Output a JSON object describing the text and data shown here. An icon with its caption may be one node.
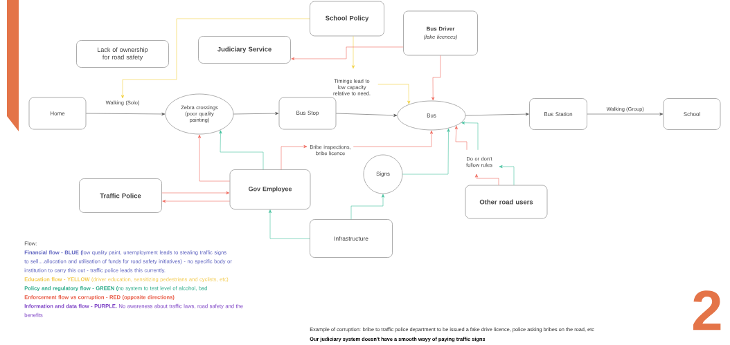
{
  "diagram": {
    "nodes": [
      {
        "text": [
          "School Policy"
        ]
      },
      {
        "text": [
          "Bus Driver",
          "(fake licences)"
        ]
      },
      {
        "text": [
          "Lack of ownership for road safety"
        ]
      },
      {
        "text": [
          "Judiciary Service"
        ]
      },
      {
        "text": [
          "Timings lead to low capacity relative to need."
        ]
      },
      {
        "text": [
          "Home"
        ]
      },
      {
        "text": [
          "Walking (Solo)"
        ]
      },
      {
        "text": [
          "Zebra crossings (poor quality painting)"
        ]
      },
      {
        "text": [
          "Bus Stop"
        ]
      },
      {
        "text": [
          "Bus"
        ]
      },
      {
        "text": [
          "Bus Station"
        ]
      },
      {
        "text": [
          "School"
        ]
      },
      {
        "text": [
          "Bribe inspections, bribe licence"
        ]
      },
      {
        "text": [
          "Signs"
        ]
      },
      {
        "text": [
          "Do or don't follow rules"
        ]
      },
      {
        "text": [
          "Traffic Police"
        ]
      },
      {
        "text": [
          "Gov Employee"
        ]
      },
      {
        "text": [
          "Other road users"
        ]
      },
      {
        "text": [
          "Infrastructure"
        ]
      }
    ],
    "edges": [
      {
        "from": 5,
        "to": 7,
        "arrow": "to",
        "color": "#555555"
      },
      {
        "from": 7,
        "to": 8,
        "arrow": "to",
        "color": "#555555"
      },
      {
        "from": 8,
        "to": 9,
        "arrow": "to",
        "color": "#555555"
      },
      {
        "from": 9,
        "to": 10,
        "arrow": "to",
        "color": "#555555"
      },
      {
        "from": 10,
        "to": 11,
        "arrow": "to",
        "label": "Walking (Group)",
        "color": "#555555"
      },
      {
        "from": 0,
        "to": 6,
        "arrow": "to",
        "color": "#f2d03b"
      },
      {
        "from": 0,
        "to": 4,
        "arrow": "to",
        "color": "#f2d03b"
      },
      {
        "from": 4,
        "to": 9,
        "arrow": "to",
        "color": "#f2d03b"
      },
      {
        "from": 1,
        "to": 3,
        "arrow": "to",
        "color": "#f0675a"
      },
      {
        "from": 1,
        "to": 9,
        "arrow": "to",
        "color": "#f0675a"
      },
      {
        "from": 16,
        "to": 7,
        "arrow": "to",
        "color": "#f0675a"
      },
      {
        "from": 16,
        "to": 7,
        "arrow": "to",
        "color": "#3dbf9b"
      },
      {
        "from": 16,
        "to": 12,
        "arrow": "to",
        "color": "#f0675a"
      },
      {
        "from": 12,
        "to": 9,
        "arrow": "to",
        "color": "#f0675a"
      },
      {
        "from": 15,
        "to": 16,
        "arrow": "to",
        "color": "#f0675a"
      },
      {
        "from": 16,
        "to": 15,
        "arrow": "to",
        "color": "#f0675a"
      },
      {
        "from": 18,
        "to": 16,
        "arrow": "to",
        "color": "#3dbf9b"
      },
      {
        "from": 18,
        "to": 13,
        "arrow": "to",
        "color": "#3dbf9b"
      },
      {
        "from": 13,
        "to": 9,
        "arrow": "to",
        "color": "#3dbf9b"
      },
      {
        "from": 17,
        "to": 14,
        "arrow": "to",
        "color": "#f0675a"
      },
      {
        "from": 17,
        "to": 14,
        "arrow": "to",
        "color": "#3dbf9b"
      },
      {
        "from": 14,
        "to": 9,
        "arrow": "to",
        "color": "#f0675a"
      },
      {
        "from": 14,
        "to": 9,
        "arrow": "to",
        "color": "#3dbf9b"
      }
    ],
    "labels": [
      "Flow:",
      "**Financial flow - BLUE (**low quality paint, unemployment leads to stealing traffic signs to sell....allocation and utilisation of funds for road safety initiatives) - no specific body or institution to carry this out - traffic police leads this currently.",
      "**Education flow - YELLOW** (driver education, sensitizing pedestrians and cyclists, etc)",
      "**Policy and regulatory flow - GREEN (**no system to test level of alcohol, bad",
      "Enforcement flow vs corruption - RED (opposite directions)",
      "**Information and data flow - PURPLE.** No awareness about traffic laws, road safety and the benefits",
      "Example of corruption: bribe to traffic police department to be issued a fake drive licence, police asking bribes on the road, etc",
      "Our judiciary system doesn't have a smooth wayy of paying traffic signs",
      "2"
    ]
  }
}
